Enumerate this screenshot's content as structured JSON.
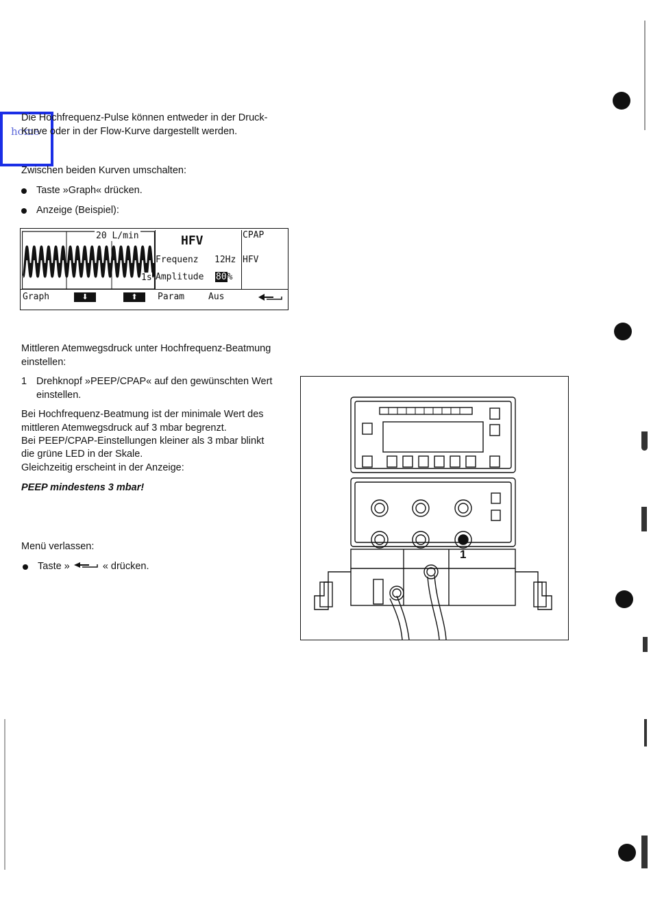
{
  "page": {
    "intro": [
      "Die Hochfrequenz-Pulse können entweder in der Druck-",
      "Kurve oder in der Flow-Kurve dargestellt werden."
    ],
    "link_text": "home",
    "switch_heading": "Zwischen beiden Kurven umschalten:",
    "bullet_graph": "Taste »Graph« drücken.",
    "bullet_display": "Anzeige (Beispiel):",
    "pressure_heading": [
      "Mittleren Atemwegsdruck unter Hochfrequenz-Beatmung",
      "einstellen:"
    ],
    "step1_num": "1",
    "step1": [
      "Drehknopf »PEEP/CPAP« auf den gewünschten Wert",
      "einstellen."
    ],
    "note": [
      "Bei Hochfrequenz-Beatmung ist der minimale Wert des",
      "mittleren Atemwegsdruck auf 3 mbar begrenzt.",
      "Bei PEEP/CPAP-Einstellungen kleiner als 3 mbar blinkt",
      "die grüne LED in der Skale.",
      "Gleichzeitig erscheint in der Anzeige:"
    ],
    "warning": "PEEP mindestens 3 mbar!",
    "exit_heading": "Menü verlassen:",
    "exit_before": "Taste »",
    "exit_after": "« drücken."
  },
  "lcd": {
    "flow_label": "20 L/min",
    "time_label": "1s",
    "mode_title": "HFV",
    "freq_label": "Frequenz",
    "freq_value": "12Hz",
    "amp_label": "Amplitude",
    "amp_value": "80",
    "amp_unit": "%",
    "mode_cpap": "CPAP",
    "mode_hfv": "HFV",
    "softkeys": [
      "Graph",
      "Param",
      "Aus"
    ]
  },
  "figure": {
    "callout": "1"
  },
  "icons": {
    "down": "arrow-down-icon",
    "up": "arrow-up-icon",
    "return": "return-arrow-icon"
  }
}
